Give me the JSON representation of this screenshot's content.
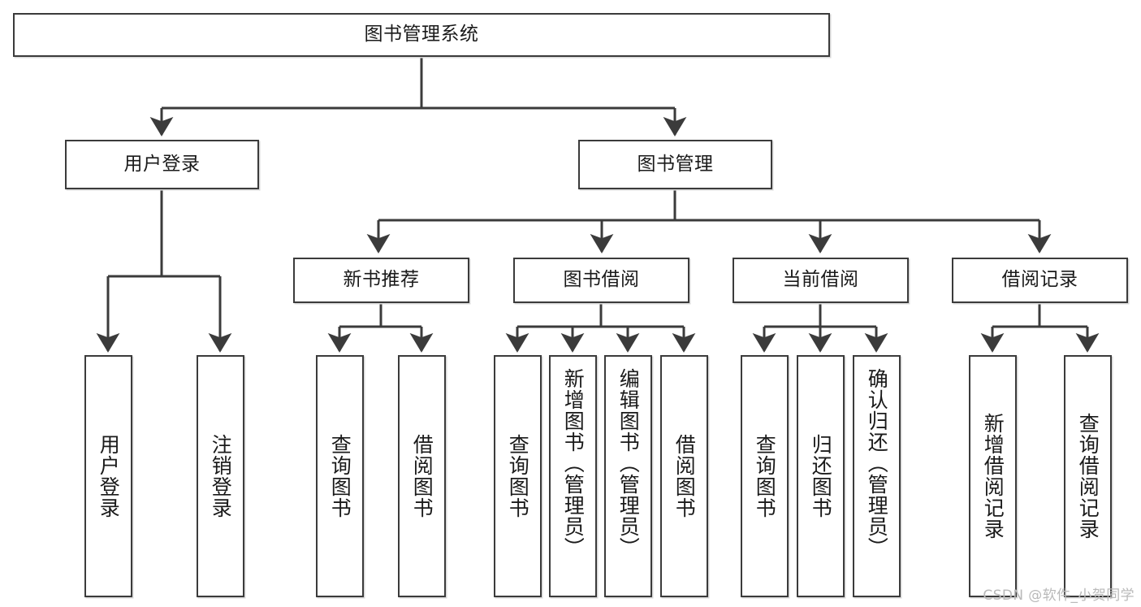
{
  "diagram": {
    "title": "图书管理系统",
    "type": "tree-hierarchy-diagram",
    "watermark": "CSDN @软件_小贺同学",
    "colors": {
      "background": "#ffffff",
      "box_border": "#3b3b3b",
      "box_fill": "#ffffff",
      "connector": "#3b3b3b",
      "text": "#1a1a1a",
      "watermark": "#b9b9b9"
    }
  },
  "nodes": {
    "root": {
      "label": "图书管理系统"
    },
    "level1": [
      {
        "id": "user-login",
        "label": "用户登录"
      },
      {
        "id": "book-management",
        "label": "图书管理"
      }
    ],
    "level2": [
      {
        "id": "new-book-recommend",
        "label": "新书推荐"
      },
      {
        "id": "book-borrow",
        "label": "图书借阅"
      },
      {
        "id": "current-borrow",
        "label": "当前借阅"
      },
      {
        "id": "borrow-record",
        "label": "借阅记录"
      }
    ],
    "leaves": {
      "user_login": [
        {
          "id": "leaf-user-login",
          "label": "用户登录"
        },
        {
          "id": "leaf-logout",
          "label": "注销登录"
        }
      ],
      "new_book_recommend": [
        {
          "id": "leaf-query-book-1",
          "label": "查询图书"
        },
        {
          "id": "leaf-borrow-book-1",
          "label": "借阅图书"
        }
      ],
      "book_borrow": [
        {
          "id": "leaf-query-book-2",
          "label": "查询图书"
        },
        {
          "id": "leaf-add-book",
          "label": "新增图书（管理员）"
        },
        {
          "id": "leaf-edit-book",
          "label": "编辑图书（管理员）"
        },
        {
          "id": "leaf-borrow-book-2",
          "label": "借阅图书"
        }
      ],
      "current_borrow": [
        {
          "id": "leaf-query-book-3",
          "label": "查询图书"
        },
        {
          "id": "leaf-return-book",
          "label": "归还图书"
        },
        {
          "id": "leaf-confirm-return",
          "label": "确认归还（管理员）"
        }
      ],
      "borrow_record": [
        {
          "id": "leaf-add-record",
          "label": "新增借阅记录"
        },
        {
          "id": "leaf-query-record",
          "label": "查询借阅记录"
        }
      ]
    }
  }
}
